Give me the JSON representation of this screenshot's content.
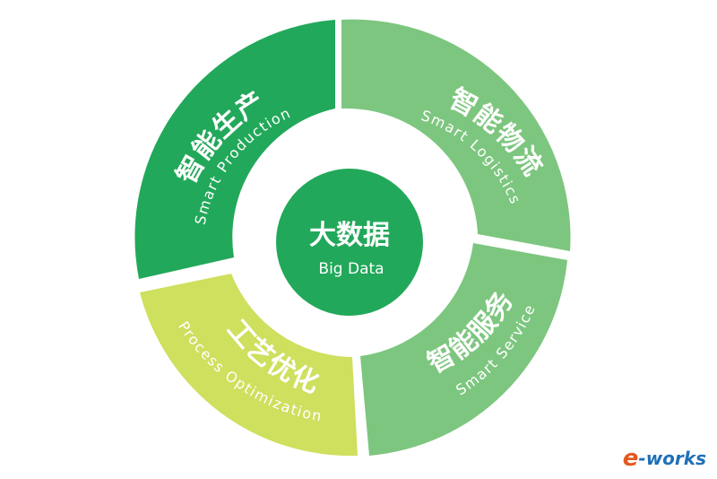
{
  "center": {
    "title": "大数据",
    "subtitle": "Big Data"
  },
  "segments": [
    {
      "id": "production",
      "title": "智能生产",
      "subtitle": "Smart Production",
      "color": "#22a85a"
    },
    {
      "id": "logistics",
      "title": "智能物流",
      "subtitle": "Smart Logistics",
      "color": "#7dc67f"
    },
    {
      "id": "service",
      "title": "智能服务",
      "subtitle": "Smart Service",
      "color": "#7dc67f"
    },
    {
      "id": "process",
      "title": "工艺优化",
      "subtitle": "Process Optimization",
      "color": "#cfdf5e"
    }
  ],
  "watermark": {
    "e": "e",
    "rest": "-works"
  },
  "colors": {
    "center": "#22a85a",
    "background": "#ffffff"
  }
}
